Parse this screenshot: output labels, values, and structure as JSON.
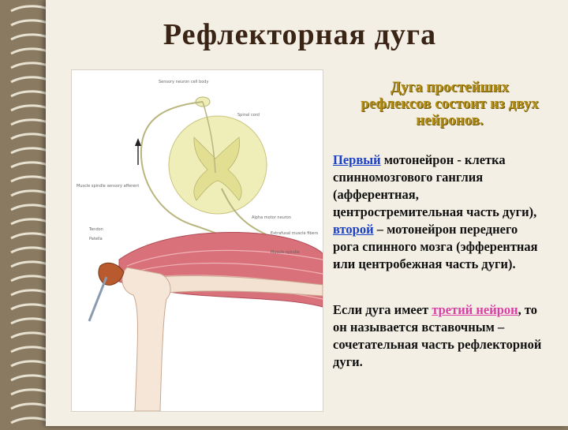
{
  "slide": {
    "title": "Рефлекторная дуга",
    "lead": "Дуга простейших рефлексов состоит из двух нейронов.",
    "p1": {
      "first": "Первый",
      "part1": " мотонейрон - клетка спинномозгового ганглия (афферентная, центростремительная часть дуги), ",
      "second": "второй",
      "part2": " – мотонейрон переднего рога спинного мозга (эфферентная или центробежная часть дуги)."
    },
    "p2": {
      "part1": "Если дуга имеет ",
      "third": "третий нейрон",
      "part2": ", то он называется вставочным – сочетательная часть рефлекторной дуги."
    }
  },
  "figure_labels": {
    "sensory_neuron": "Sensory neuron cell body",
    "spinal_cord": "Spinal cord",
    "muscle_spindle_afferent": "Muscle spindle sensory afferent",
    "alpha_motor": "Alpha motor neuron",
    "tendon": "Tendon",
    "patella": "Patella",
    "extrafusal": "Extrafusal muscle fibers",
    "muscle_spindle": "Muscle spindle"
  },
  "colors": {
    "title": "#3a2416",
    "lead": "#b28d12",
    "highlight_blue": "#1a40c8",
    "highlight_pink": "#d93fa5",
    "muscle": "#d9717a",
    "spinal_cord": "#f0eeb8"
  },
  "icons": [
    "spiral-binding"
  ]
}
